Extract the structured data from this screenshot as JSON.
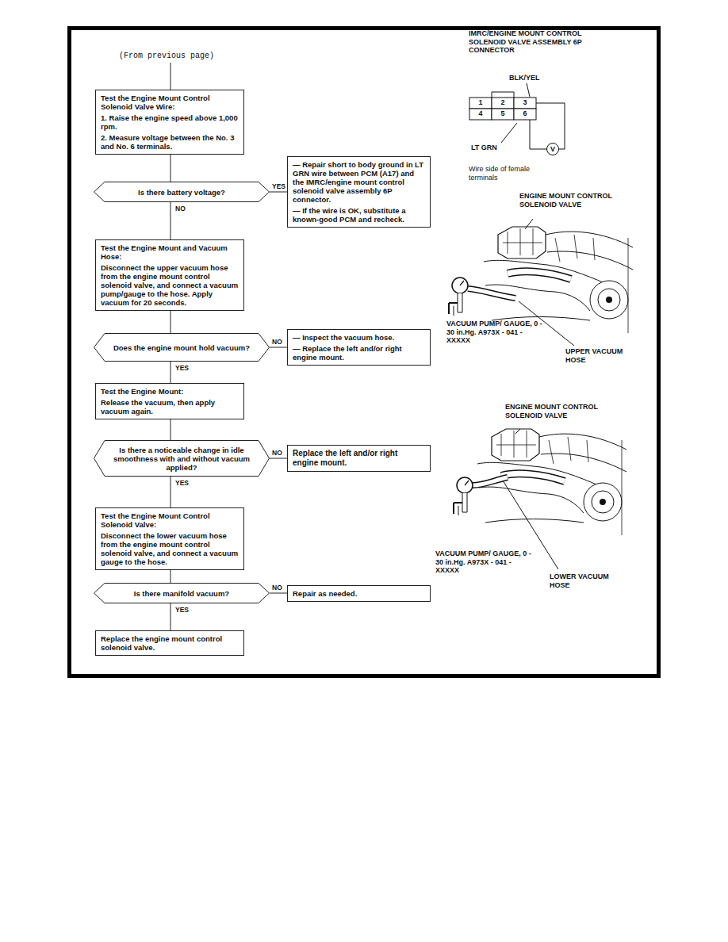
{
  "diagram": {
    "nodes": [
      {
        "text": [
          "Test the Engine Mount Control Solenoid Valve Wire:",
          "1. Raise the engine speed above 1,000 rpm.",
          "2. Measure voltage between the No. 3 and No. 6 terminals."
        ]
      },
      {
        "text": [
          "Is there battery voltage?"
        ]
      },
      {
        "text": [
          "— Repair short to body ground in LT GRN wire between PCM (A17) and the IMRC/engine mount control solenoid valve assembly 6P connector.",
          "— If the wire is OK, substitute a known-good PCM and recheck."
        ]
      },
      {
        "text": [
          "Test the Engine Mount and Vacuum Hose:",
          "Disconnect the upper vacuum hose from the engine mount control solenoid valve, and connect a vacuum pump/gauge to the hose. Apply vacuum for 20 seconds."
        ]
      },
      {
        "text": [
          "Does the engine mount hold vacuum?"
        ]
      },
      {
        "text": [
          "— Inspect the vacuum hose.",
          "— Replace the left and/or right engine mount."
        ]
      },
      {
        "text": [
          "Test the Engine Mount:",
          "Release the vacuum, then apply vacuum again."
        ]
      },
      {
        "text": [
          "Is there a noticeable change in idle smoothness with and without vacuum applied?"
        ]
      },
      {
        "text": [
          "Replace the left and/or right engine mount."
        ]
      },
      {
        "text": [
          "Test the Engine Mount Control Solenoid Valve:",
          "Disconnect the lower vacuum hose from the engine mount control solenoid valve, and connect a vacuum gauge to the hose."
        ]
      },
      {
        "text": [
          "Is there manifold vacuum?"
        ]
      },
      {
        "text": [
          "Repair as needed."
        ]
      },
      {
        "text": [
          "Replace the engine mount control solenoid valve."
        ]
      }
    ],
    "edges": [
      {
        "from": 0,
        "to": 1,
        "arrow": "none"
      },
      {
        "from": 1,
        "to": 2,
        "label": "YES",
        "arrow": "none"
      },
      {
        "from": 1,
        "to": 3,
        "label": "NO",
        "arrow": "none"
      },
      {
        "from": 3,
        "to": 4,
        "arrow": "none"
      },
      {
        "from": 4,
        "to": 5,
        "label": "NO",
        "arrow": "none"
      },
      {
        "from": 4,
        "to": 6,
        "label": "YES",
        "arrow": "none"
      },
      {
        "from": 6,
        "to": 7,
        "arrow": "none"
      },
      {
        "from": 7,
        "to": 8,
        "label": "NO",
        "arrow": "none"
      },
      {
        "from": 7,
        "to": 9,
        "label": "YES",
        "arrow": "none"
      },
      {
        "from": 9,
        "to": 10,
        "arrow": "none"
      },
      {
        "from": 10,
        "to": 11,
        "label": "NO",
        "arrow": "none"
      },
      {
        "from": 10,
        "to": 12,
        "label": "YES",
        "arrow": "none"
      }
    ],
    "labels": [
      "(From previous page)",
      "IMRC/ENGINE MOUNT CONTROL SOLENOID VALVE ASSEMBLY 6P CONNECTOR",
      "BLK/YEL",
      "1",
      "2",
      "3",
      "4",
      "5",
      "6",
      "LT GRN",
      "V",
      "Wire side of female terminals",
      "ENGINE MOUNT CONTROL SOLENOID VALVE",
      "VACUUM PUMP/ GAUGE, 0 - 30 in.Hg. A973X - 041 - XXXXX",
      "UPPER VACUUM HOSE",
      "ENGINE MOUNT CONTROL SOLENOID VALVE",
      "VACUUM PUMP/ GAUGE, 0 - 30 in.Hg. A973X - 041 - XXXXX",
      "LOWER VACUUM HOSE"
    ]
  }
}
